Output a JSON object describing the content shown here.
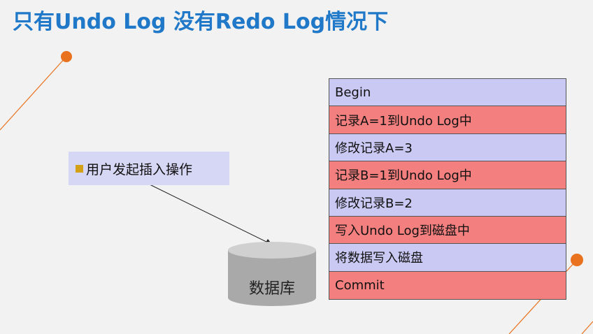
{
  "title": "只有Undo Log 没有Redo Log情况下",
  "note": {
    "text": "用户发起插入操作"
  },
  "database": {
    "label": "数据库"
  },
  "steps": [
    {
      "label": "Begin",
      "color": "#c9c9f3"
    },
    {
      "label": "记录A=1到Undo Log中",
      "color": "#f37f7f"
    },
    {
      "label": "修改记录A=3",
      "color": "#c9c9f3"
    },
    {
      "label": "记录B=1到Undo Log中",
      "color": "#f37f7f"
    },
    {
      "label": "修改记录B=2",
      "color": "#c9c9f3"
    },
    {
      "label": "写入Undo Log到磁盘中",
      "color": "#f37f7f"
    },
    {
      "label": "将数据写入磁盘",
      "color": "#c9c9f3"
    },
    {
      "label": "Commit",
      "color": "#f37f7f"
    }
  ],
  "colors": {
    "title": "#1f78c8",
    "accent_dot": "#e8721e",
    "step_blue": "#c9c9f3",
    "step_red": "#f37f7f",
    "note_bg": "#d6d6f5",
    "bullet": "#d3a017"
  }
}
